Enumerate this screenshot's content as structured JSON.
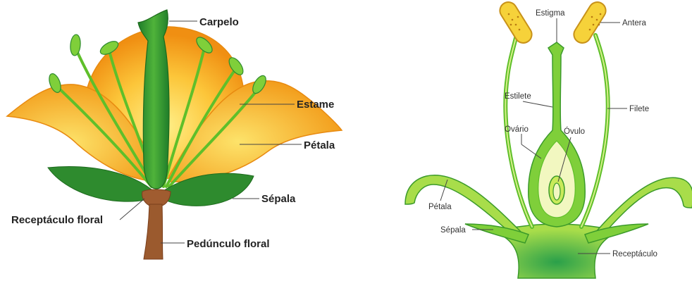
{
  "left_diagram": {
    "labels": {
      "carpelo": "Carpelo",
      "estame": "Estame",
      "petala": "Pétala",
      "sepala": "Sépala",
      "receptaculo_floral": "Receptáculo floral",
      "pedunculo_floral": "Pedúnculo floral"
    }
  },
  "right_diagram": {
    "labels": {
      "estigma": "Estigma",
      "antera": "Antera",
      "estilete": "Estilete",
      "filete": "Filete",
      "ovario": "Ovário",
      "ovulo": "Óvulo",
      "petala": "Pétala",
      "sepala": "Sépala",
      "receptaculo": "Receptáculo"
    }
  },
  "colors": {
    "petal_orange": "#f4a21c",
    "petal_yellow": "#fde36a",
    "green_dark": "#2e8b2e",
    "green_mid": "#5fbf2a",
    "green_light": "#a8dd4a",
    "stem_brown": "#9b5a2e",
    "anther_yellow": "#f6d23a"
  }
}
